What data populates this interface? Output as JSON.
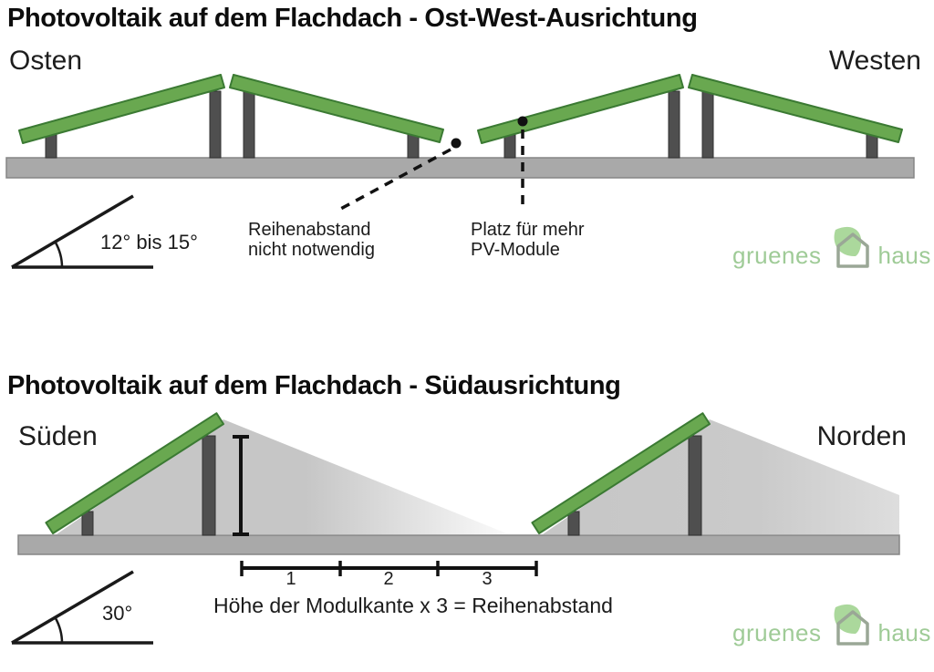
{
  "east_west": {
    "title": "Photovoltaik auf dem Flachdach - Ost-West-Ausrichtung",
    "left_label": "Osten",
    "right_label": "Westen",
    "angle_label": "12° bis 15°",
    "annotation_spacing_line1": "Reihenabstand",
    "annotation_spacing_line2": "nicht notwendig",
    "annotation_modules_line1": "Platz für mehr",
    "annotation_modules_line2": "PV-Module"
  },
  "south": {
    "title": "Photovoltaik auf dem Flachdach - Südausrichtung",
    "left_label": "Süden",
    "right_label": "Norden",
    "angle_label": "30°",
    "ruler_labels": [
      "1",
      "2",
      "3"
    ],
    "formula": "Höhe der Modulkante x 3 = Reihenabstand"
  },
  "logo": {
    "word_left": "gruenes",
    "word_right": "haus"
  },
  "colors": {
    "panel_green": "#69a850",
    "panel_border": "#3b7a33",
    "post_gray": "#4f4f4f",
    "roof_gray": "#a9a9a9",
    "shadow_gray": "#c6c6c6",
    "logo_green": "#9fcb97",
    "text": "#161616"
  }
}
